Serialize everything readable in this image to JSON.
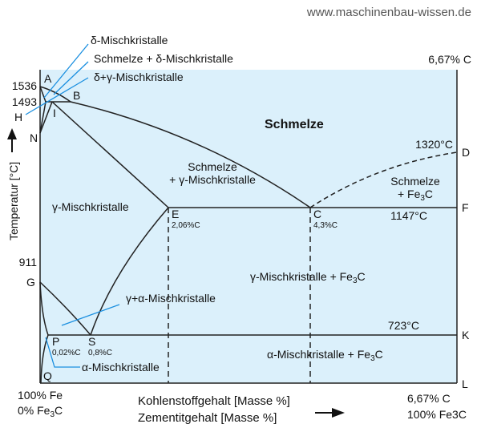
{
  "watermark": "www.maschinenbau-wissen.de",
  "y_axis": {
    "label": "Temperatur [°C]",
    "ticks": [
      "1536",
      "1493",
      "911"
    ]
  },
  "x_axis": {
    "label1": "Kohlenstoffgehalt [Masse %]",
    "label2": "Zementitgehalt [Masse %]",
    "left1": "100% Fe",
    "left2": "0% Fe",
    "left2_sub": "3",
    "left2_end": "C",
    "right1": "6,67% C",
    "right2": "100% Fe3C",
    "top_right": "6,67% C"
  },
  "points": {
    "A": "A",
    "B": "B",
    "H": "H",
    "I": "I",
    "N": "N",
    "E": "E",
    "C": "C",
    "D": "D",
    "F": "F",
    "G": "G",
    "P": "P",
    "S": "S",
    "K": "K",
    "Q": "Q",
    "L": "L"
  },
  "point_values": {
    "E": "2,06%C",
    "C": "4,3%C",
    "P": "0,02%C",
    "S": "0,8%C"
  },
  "temps": {
    "D": "1320°C",
    "F": "1147°C",
    "K": "723°C"
  },
  "regions": {
    "schmelze": "Schmelze",
    "schmelze_gamma_1": "Schmelze",
    "schmelze_gamma_2": "+ γ-Mischkristalle",
    "schmelze_fe3c_1": "Schmelze",
    "schmelze_fe3c_2": "+ Fe",
    "schmelze_fe3c_sub": "3",
    "schmelze_fe3c_end": "C",
    "gamma": "γ-Mischkristalle",
    "gamma_fe3c": "γ-Mischkristalle + Fe",
    "gamma_fe3c_sub": "3",
    "gamma_fe3c_end": "C",
    "alpha_fe3c": "α-Mischkristalle + Fe",
    "alpha_fe3c_sub": "3",
    "alpha_fe3c_end": "C",
    "gamma_alpha": "γ+α-Mischkristalle",
    "alpha": "α-Mischkristalle",
    "delta": "δ-Mischkristalle",
    "schmelze_delta": "Schmelze + δ-Mischkristalle",
    "delta_gamma": "δ+γ-Mischkristalle"
  },
  "colors": {
    "fill": "#dbf0fb",
    "line": "#222222",
    "leader": "#1a8fe0"
  }
}
